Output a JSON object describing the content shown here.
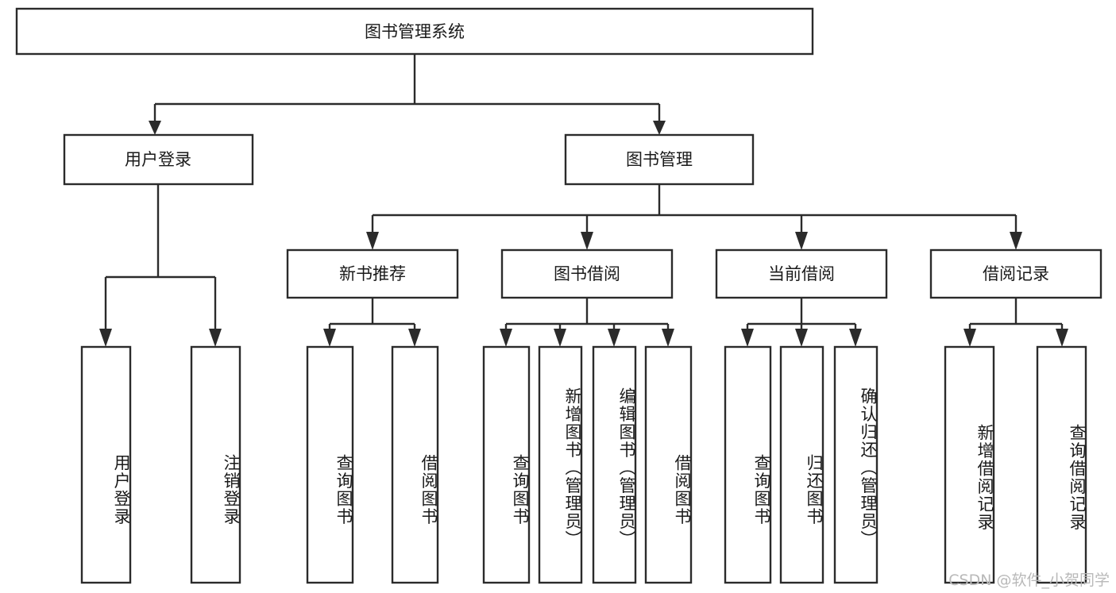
{
  "diagram": {
    "type": "tree-hierarchy",
    "title": "图书管理系统",
    "watermark": "CSDN @软件_小贺同学",
    "colors": {
      "box_stroke": "#2b2b2b",
      "box_fill": "#ffffff",
      "text": "#1a1a1a",
      "watermark": "#b9b9b9",
      "background": "#ffffff"
    },
    "root": {
      "label": "图书管理系统"
    },
    "level2": [
      {
        "label": "用户登录"
      },
      {
        "label": "图书管理"
      }
    ],
    "level3": [
      {
        "label": "新书推荐"
      },
      {
        "label": "图书借阅"
      },
      {
        "label": "当前借阅"
      },
      {
        "label": "借阅记录"
      }
    ],
    "leaves": {
      "user_login": [
        "用户登录",
        "注销登录"
      ],
      "new_book_recommend": [
        "查询图书",
        "借阅图书"
      ],
      "book_borrow": [
        "查询图书",
        "新增图书（管理员）",
        "编辑图书（管理员）",
        "借阅图书"
      ],
      "current_borrow": [
        "查询图书",
        "归还图书",
        "确认归还（管理员）"
      ],
      "borrow_record": [
        "新增借阅记录",
        "查询借阅记录"
      ]
    },
    "leaf_labels_ordered": [
      "用户登录",
      "注销登录",
      "查询图书",
      "借阅图书",
      "查询图书",
      "新增图书（管理员）",
      "编辑图书（管理员）",
      "借阅图书",
      "查询图书",
      "归还图书",
      "确认归还（管理员）",
      "新增借阅记录",
      "查询借阅记录"
    ]
  }
}
